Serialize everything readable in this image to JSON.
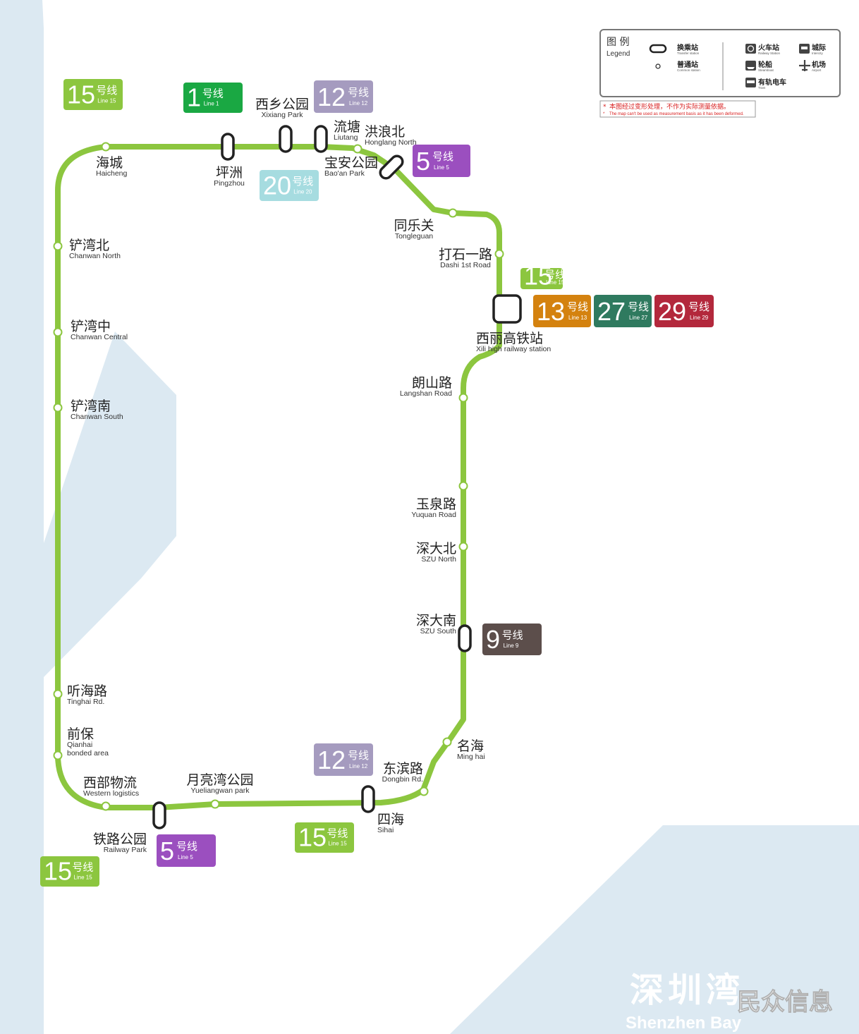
{
  "colors": {
    "line15": "#8cc63f",
    "line1": "#1aa843",
    "line12": "#a59bbf",
    "line5": "#9b4fbf",
    "line20": "#a6dce0",
    "line13": "#d4820f",
    "line27": "#2f7a5f",
    "line29": "#b3283c",
    "line9": "#5c4e4b",
    "water": "#dce9f2",
    "note_red": "#d81e1e"
  },
  "badges": [
    {
      "id": "line15-topleft",
      "num": "15",
      "cn": "号线",
      "en": "Line 15",
      "color": "line15"
    },
    {
      "id": "line1",
      "num": "1",
      "cn": "号线",
      "en": "Line 1",
      "color": "line1"
    },
    {
      "id": "line12-top",
      "num": "12",
      "cn": "号线",
      "en": "Line 12",
      "color": "line12"
    },
    {
      "id": "line5-top",
      "num": "5",
      "cn": "号线",
      "en": "Line 5",
      "color": "line5"
    },
    {
      "id": "line20",
      "num": "20",
      "cn": "号线",
      "en": "Line 20",
      "color": "line20"
    },
    {
      "id": "line15-xili",
      "num": "15",
      "cn": "号线",
      "en": "Line 15",
      "color": "line15"
    },
    {
      "id": "line13",
      "num": "13",
      "cn": "号线",
      "en": "Line 13",
      "color": "line13"
    },
    {
      "id": "line27",
      "num": "27",
      "cn": "号线",
      "en": "Line 27",
      "color": "line27"
    },
    {
      "id": "line29",
      "num": "29",
      "cn": "号线",
      "en": "Line 29",
      "color": "line29"
    },
    {
      "id": "line9",
      "num": "9",
      "cn": "号线",
      "en": "Line 9",
      "color": "line9"
    },
    {
      "id": "line12-bottom",
      "num": "12",
      "cn": "号线",
      "en": "Line 12",
      "color": "line12"
    },
    {
      "id": "line15-sihai",
      "num": "15",
      "cn": "号线",
      "en": "Line 15",
      "color": "line15"
    },
    {
      "id": "line5-bottom",
      "num": "5",
      "cn": "号线",
      "en": "Line 5",
      "color": "line5"
    },
    {
      "id": "line15-bottomleft",
      "num": "15",
      "cn": "号线",
      "en": "Line 15",
      "color": "line15"
    }
  ],
  "stations": [
    {
      "id": "haicheng",
      "cn": "海城",
      "en": "Haicheng",
      "transfer": false
    },
    {
      "id": "pingzhou",
      "cn": "坪洲",
      "en": "Pingzhou",
      "transfer": true
    },
    {
      "id": "xixiang-park",
      "cn": "西乡公园",
      "en": "Xixiang Park",
      "transfer": true
    },
    {
      "id": "liutang",
      "cn": "流塘",
      "en": "Liutang",
      "transfer": true
    },
    {
      "id": "honglang-north",
      "cn": "洪浪北",
      "en": "Honglang North",
      "transfer": false
    },
    {
      "id": "baoan-park",
      "cn": "宝安公园",
      "en": "Bao'an Park",
      "transfer": true
    },
    {
      "id": "tongleguan",
      "cn": "同乐关",
      "en": "Tongleguan",
      "transfer": false
    },
    {
      "id": "dashi-1st-road",
      "cn": "打石一路",
      "en": "Dashi 1st Road",
      "transfer": false
    },
    {
      "id": "xili-hsr",
      "cn": "西丽高铁站",
      "en": "Xili high railway station",
      "transfer": true
    },
    {
      "id": "langshan-road",
      "cn": "朗山路",
      "en": "Langshan Road",
      "transfer": false
    },
    {
      "id": "yuquan-road",
      "cn": "玉泉路",
      "en": "Yuquan Road",
      "transfer": false
    },
    {
      "id": "szu-north",
      "cn": "深大北",
      "en": "SZU North",
      "transfer": false
    },
    {
      "id": "szu-south",
      "cn": "深大南",
      "en": "SZU South",
      "transfer": true
    },
    {
      "id": "ming-hai",
      "cn": "名海",
      "en": "Ming hai",
      "transfer": false
    },
    {
      "id": "dongbin-rd",
      "cn": "东滨路",
      "en": "Dongbin Rd.",
      "transfer": false
    },
    {
      "id": "sihai",
      "cn": "四海",
      "en": "Sihai",
      "transfer": true
    },
    {
      "id": "yueliangwan-park",
      "cn": "月亮湾公园",
      "en": "Yueliangwan park",
      "transfer": false
    },
    {
      "id": "railway-park",
      "cn": "铁路公园",
      "en": "Railway Park",
      "transfer": true
    },
    {
      "id": "western-logistics",
      "cn": "西部物流",
      "en": "Western logistics",
      "transfer": false
    },
    {
      "id": "qianhai-bonded",
      "cn": "前保",
      "en": "Qianhai",
      "en2": "bonded area",
      "transfer": false
    },
    {
      "id": "tinghai-rd",
      "cn": "听海路",
      "en": "Tinghai Rd.",
      "transfer": false
    },
    {
      "id": "chanwan-south",
      "cn": "铲湾南",
      "en": "Chanwan South",
      "transfer": false
    },
    {
      "id": "chanwan-central",
      "cn": "铲湾中",
      "en": "Chanwan Central",
      "transfer": false
    },
    {
      "id": "chanwan-north",
      "cn": "铲湾北",
      "en": "Chanwan North",
      "transfer": false
    }
  ],
  "legend": {
    "title_cn": "图 例",
    "title_en": "Legend",
    "transfer_cn": "换乘站",
    "transfer_en": "Transfer station",
    "common_cn": "普通站",
    "common_en": "Common station",
    "railway_cn": "火车站",
    "railway_en": "Railway Station",
    "intercity_cn": "城际",
    "intercity_en": "Intercity",
    "ferry_cn": "轮船",
    "ferry_en": "Steamboat",
    "airport_cn": "机场",
    "airport_en": "Airport",
    "tram_cn": "有轨电车",
    "tram_en": "Tram"
  },
  "note": {
    "cn": "本图经过变形处理，不作为实际测量依据。",
    "en": "The map can't be used as measurement basis as it has been deformed."
  },
  "water": {
    "cn": "深圳湾",
    "en": "Shenzhen Bay"
  },
  "watermark": "民众信息"
}
